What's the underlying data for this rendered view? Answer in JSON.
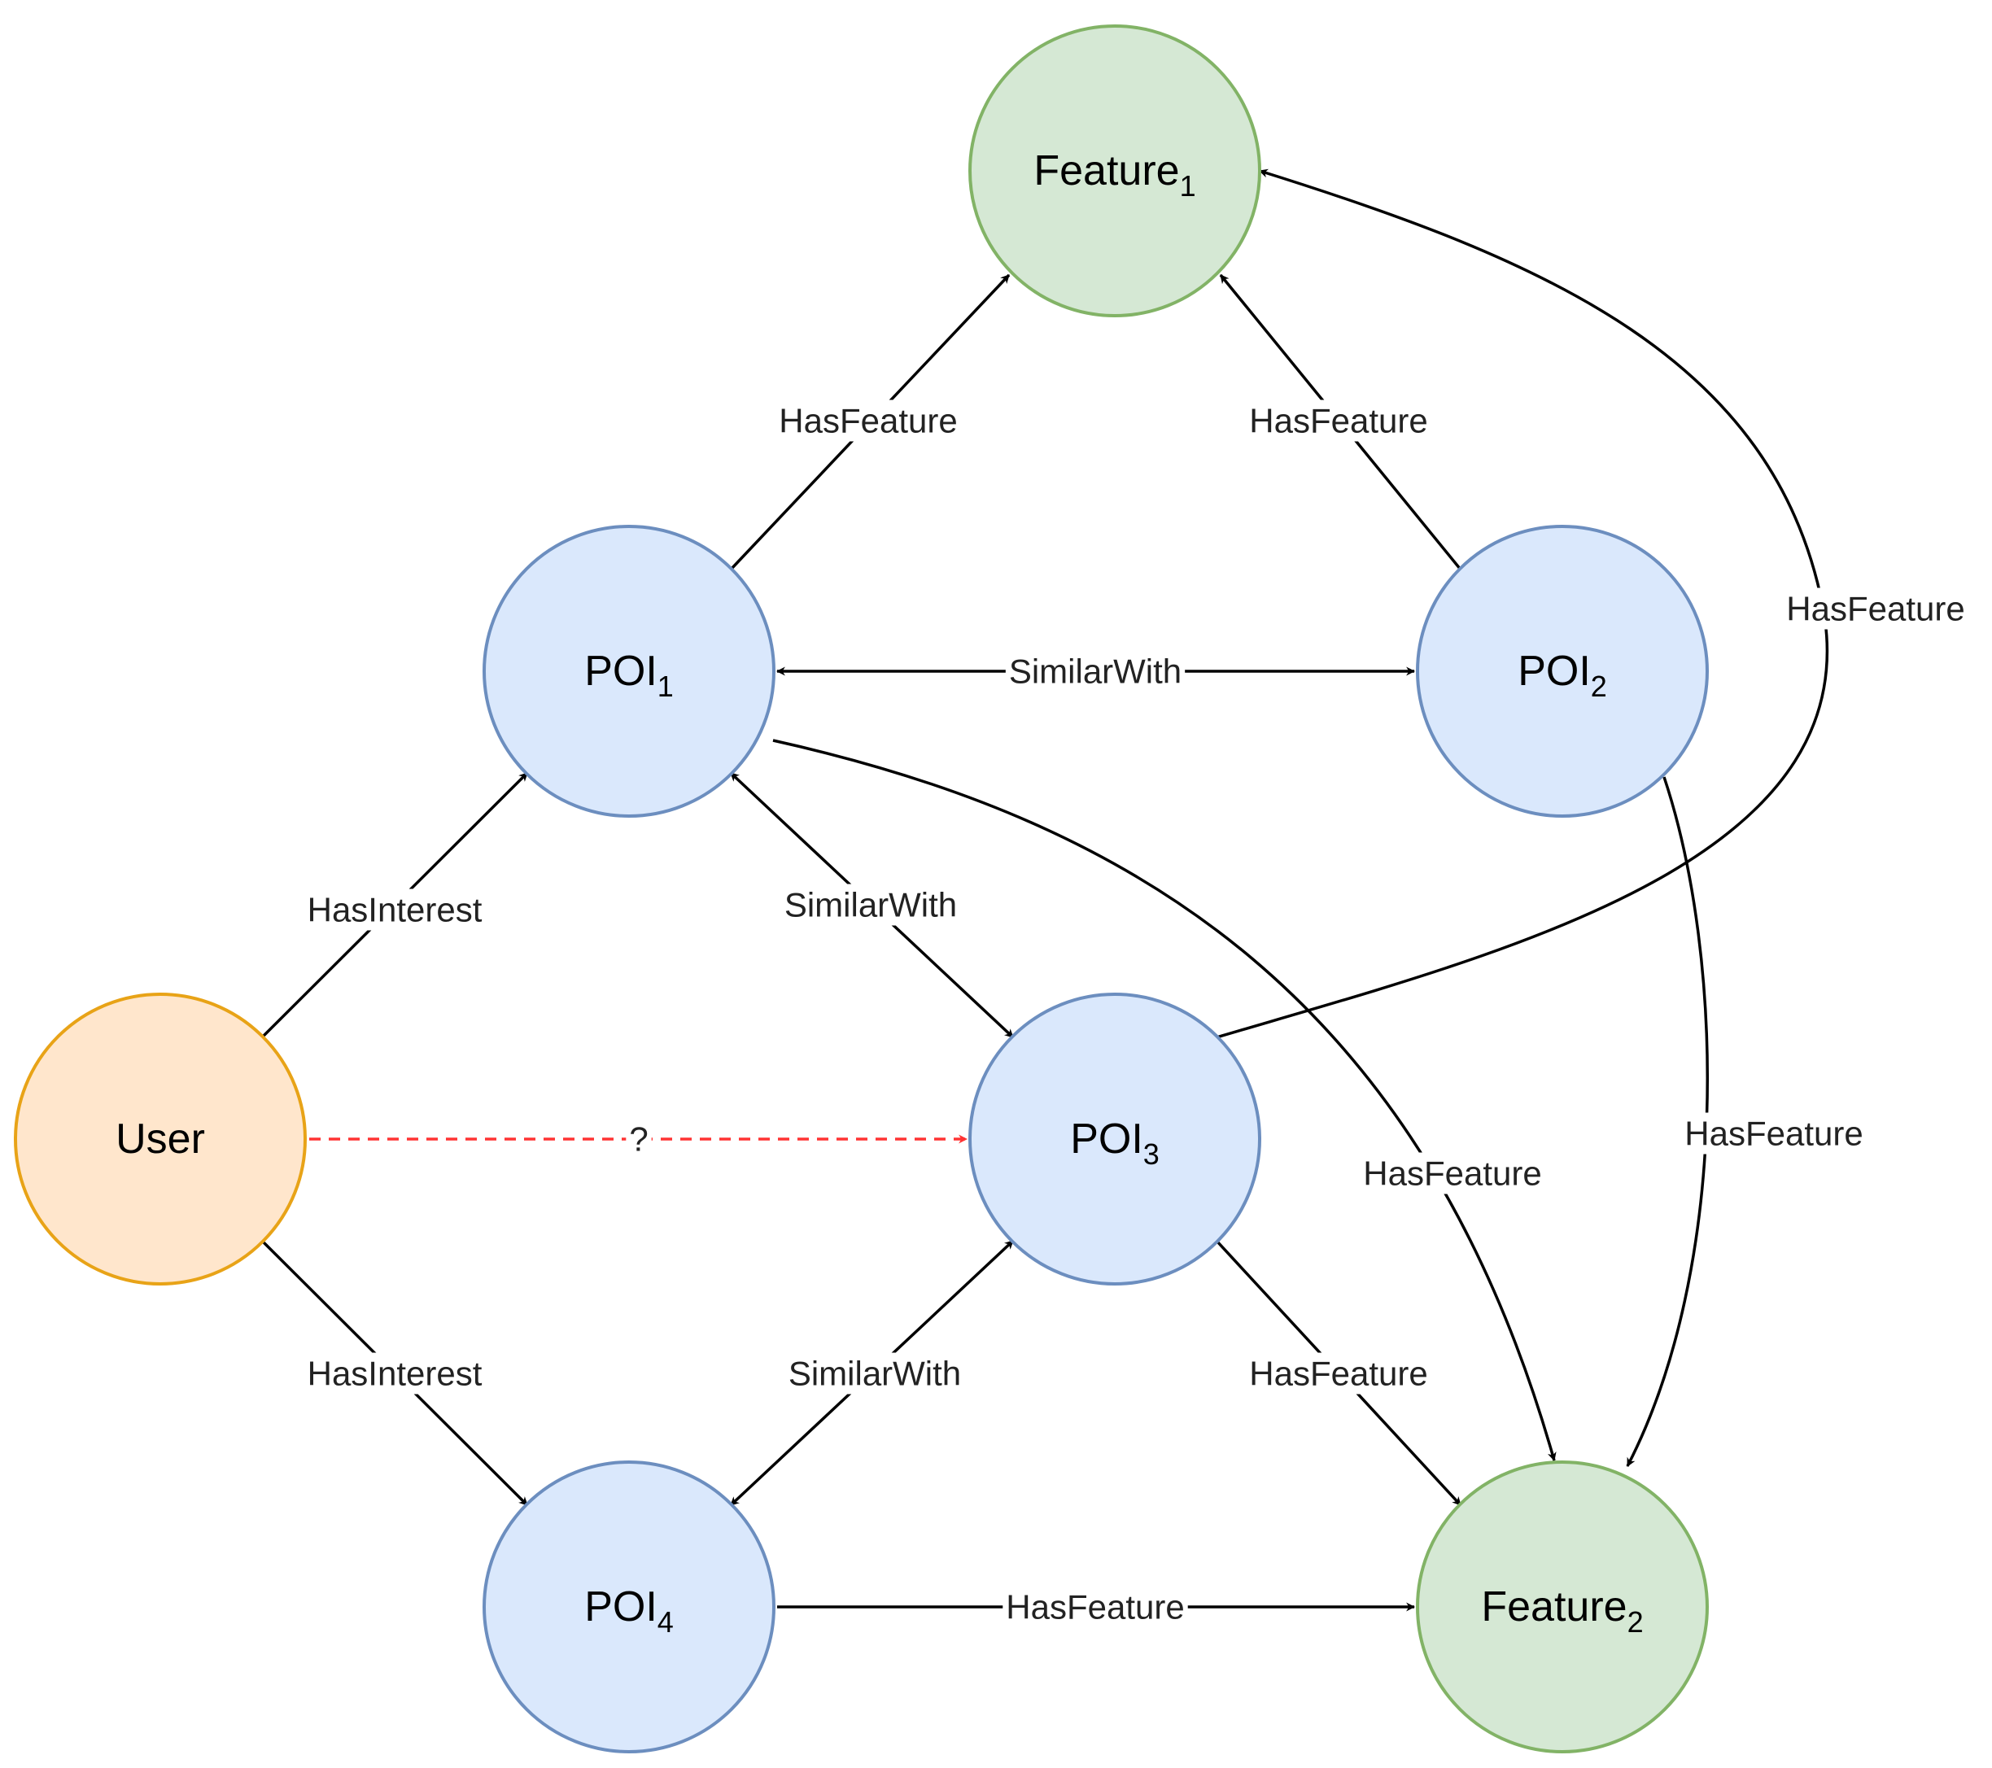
{
  "nodes": [
    {
      "id": "feature1",
      "base": "Feature",
      "sub": "1",
      "type": "feature"
    },
    {
      "id": "poi1",
      "base": "POI",
      "sub": "1",
      "type": "poi"
    },
    {
      "id": "poi2",
      "base": "POI",
      "sub": "2",
      "type": "poi"
    },
    {
      "id": "poi3",
      "base": "POI",
      "sub": "3",
      "type": "poi"
    },
    {
      "id": "poi4",
      "base": "POI",
      "sub": "4",
      "type": "poi"
    },
    {
      "id": "user",
      "base": "User",
      "sub": "",
      "type": "user"
    },
    {
      "id": "feature2",
      "base": "Feature",
      "sub": "2",
      "type": "feature"
    }
  ],
  "edges": [
    {
      "id": "poi1-feature1",
      "from": "poi1",
      "to": "feature1",
      "label": "HasFeature",
      "direction": "forward"
    },
    {
      "id": "poi2-feature1",
      "from": "poi2",
      "to": "feature1",
      "label": "HasFeature",
      "direction": "forward"
    },
    {
      "id": "poi3-feature1",
      "from": "poi3",
      "to": "feature1",
      "label": "HasFeature",
      "direction": "forward"
    },
    {
      "id": "poi1-poi2",
      "from": "poi1",
      "to": "poi2",
      "label": "SimilarWith",
      "direction": "both"
    },
    {
      "id": "poi1-poi3",
      "from": "poi1",
      "to": "poi3",
      "label": "SimilarWith",
      "direction": "both"
    },
    {
      "id": "poi3-poi4",
      "from": "poi3",
      "to": "poi4",
      "label": "SimilarWith",
      "direction": "both"
    },
    {
      "id": "user-poi1",
      "from": "user",
      "to": "poi1",
      "label": "HasInterest",
      "direction": "forward"
    },
    {
      "id": "user-poi4",
      "from": "user",
      "to": "poi4",
      "label": "HasInterest",
      "direction": "forward"
    },
    {
      "id": "user-poi3",
      "from": "user",
      "to": "poi3",
      "label": "?",
      "direction": "forward",
      "style": "dashed"
    },
    {
      "id": "poi1-feature2",
      "from": "poi1",
      "to": "feature2",
      "label": "HasFeature",
      "direction": "forward"
    },
    {
      "id": "poi2-feature2",
      "from": "poi2",
      "to": "feature2",
      "label": "HasFeature",
      "direction": "forward"
    },
    {
      "id": "poi3-feature2",
      "from": "poi3",
      "to": "feature2",
      "label": "HasFeature",
      "direction": "forward"
    },
    {
      "id": "poi4-feature2",
      "from": "poi4",
      "to": "feature2",
      "label": "HasFeature",
      "direction": "forward"
    }
  ],
  "colors": {
    "feature_fill": "#d5e8d4",
    "feature_stroke": "#82b366",
    "poi_fill": "#dae8fc",
    "poi_stroke": "#6c8ebf",
    "user_fill": "#ffe6cc",
    "user_stroke": "#e8a317",
    "edge": "#000000",
    "dashed_edge": "#ff3333"
  }
}
